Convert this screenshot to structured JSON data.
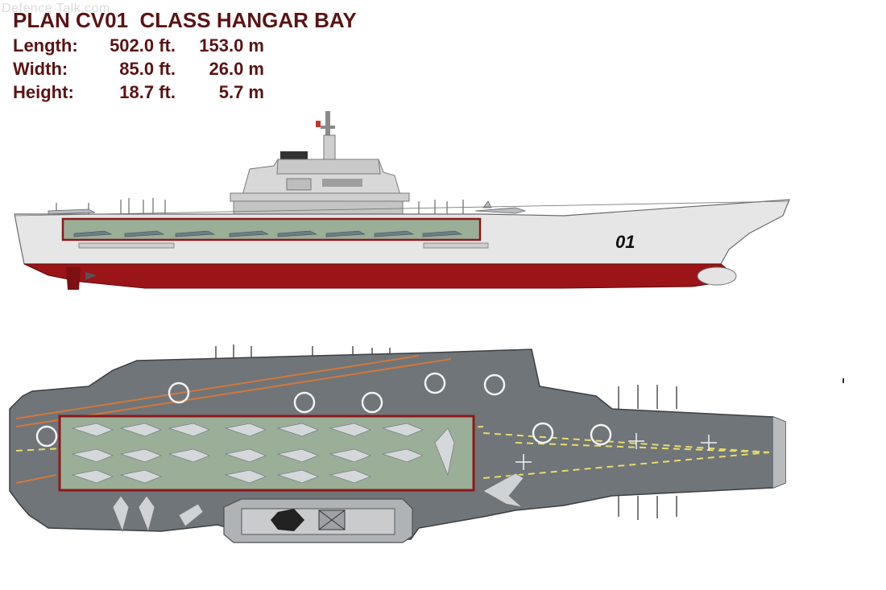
{
  "watermark": "Defence Talk.com",
  "title": "PLAN CV01  CLASS HANGAR BAY",
  "specs": [
    {
      "label": "Length:",
      "feet": "502.0 ft.",
      "meters": "153.0 m"
    },
    {
      "label": "Width:",
      "feet": "85.0 ft.",
      "meters": "26.0 m"
    },
    {
      "label": "Height:",
      "feet": "18.7 ft.",
      "meters": "5.7 m"
    }
  ],
  "hull_number": "01",
  "colors": {
    "title": "#5a1414",
    "hull_red": "#9a1418",
    "hull_grey": "#e6e6e6",
    "deck_grey": "#6f7579",
    "hangar_outline": "#8b1a1a",
    "hangar_fill": "#9aae98",
    "deck_lines": "#e8dc6a",
    "landing_lines": "#d2783c"
  }
}
